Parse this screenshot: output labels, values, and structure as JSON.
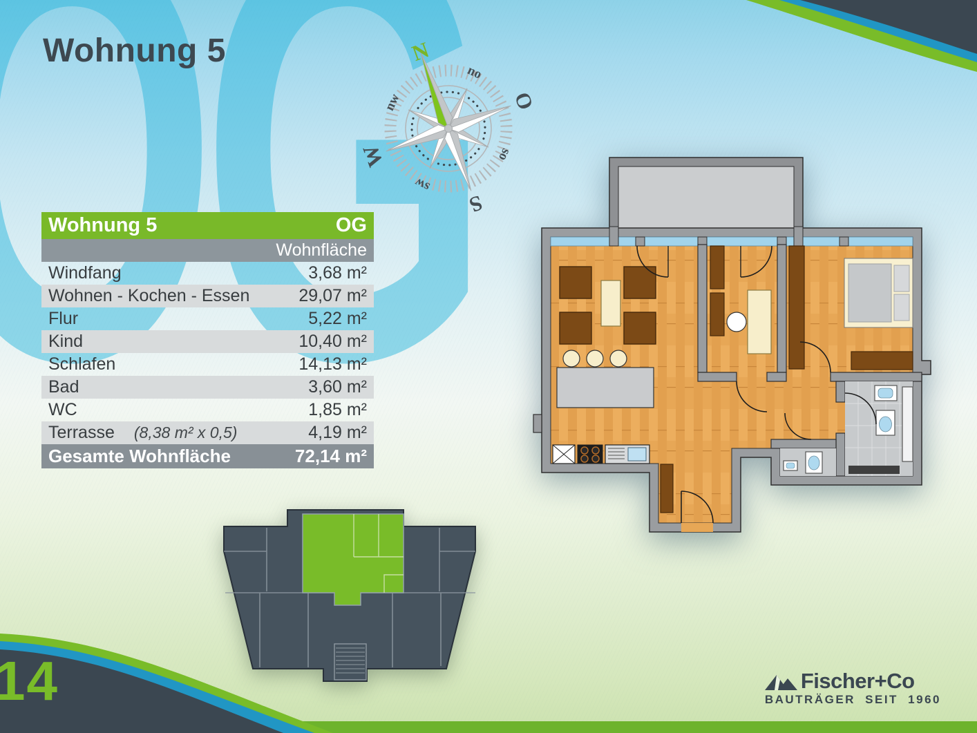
{
  "page": {
    "page_number": "14",
    "floor_code": "OG"
  },
  "header": {
    "title": "Wohnung 5",
    "watermark": "OG"
  },
  "compass": {
    "n": "N",
    "no": "no",
    "o": "O",
    "so": "so",
    "s": "S",
    "sw": "sw",
    "w": "W",
    "nw": "nw"
  },
  "table": {
    "title": "Wohnung 5",
    "floor": "OG",
    "column_header": "Wohnfläche",
    "rows": [
      {
        "label": "Windfang",
        "value": "3,68 m²"
      },
      {
        "label": "Wohnen - Kochen - Essen",
        "value": "29,07 m²"
      },
      {
        "label": "Flur",
        "value": "5,22 m²"
      },
      {
        "label": "Kind",
        "value": "10,40 m²"
      },
      {
        "label": "Schlafen",
        "value": "14,13 m²"
      },
      {
        "label": "Bad",
        "value": "3,60 m²"
      },
      {
        "label": "WC",
        "value": "1,85 m²"
      },
      {
        "label": "Terrasse",
        "note": "(8,38 m² x 0,5)",
        "value": "4,19 m²"
      }
    ],
    "footer": {
      "label": "Gesamte Wohnfläche",
      "value": "72,14 m²"
    }
  },
  "footer_logo": {
    "company": "Fischer+Co",
    "tagline": "BAUTRÄGER SEIT 1960"
  },
  "colors": {
    "accent_green": "#79bc29",
    "stripe_blue": "#2196c4",
    "dark_navy": "#3b4751",
    "table_header_green": "#79b929",
    "table_footer_gray": "#889096",
    "row_alt_gray": "#d8dbdc",
    "window_blue": "#a2d4ec",
    "wood_floor": "#e7a756",
    "wall_gray": "#9a9da0",
    "watermark_blue": "#29b6dd"
  }
}
